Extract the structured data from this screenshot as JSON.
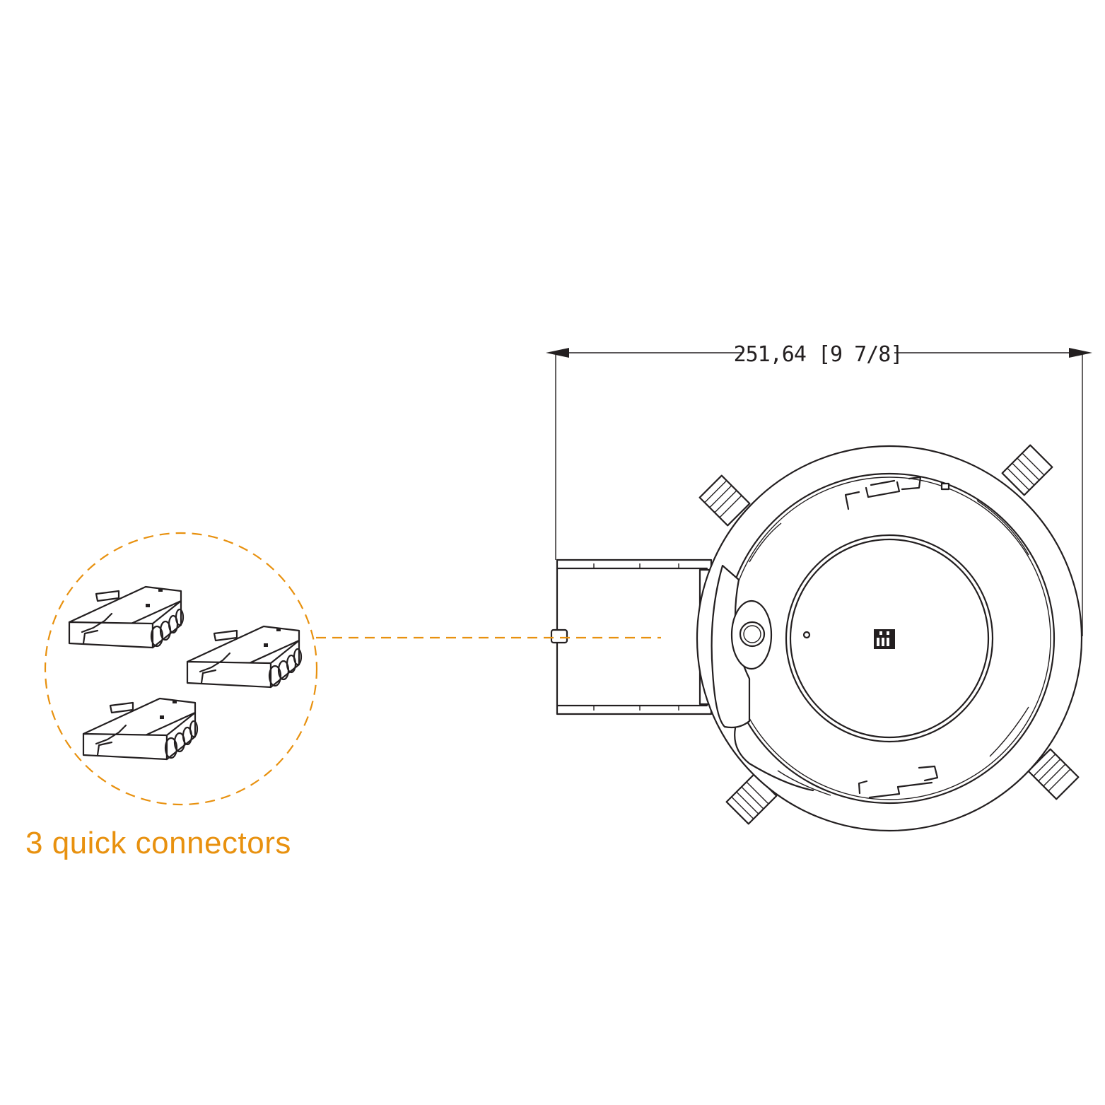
{
  "dimension": {
    "label": "251,64 [9 7/8]"
  },
  "callout": {
    "caption": "3 quick connectors",
    "accent_color": "#e8910f",
    "connector_count": 3
  },
  "line_color": "#231f20"
}
